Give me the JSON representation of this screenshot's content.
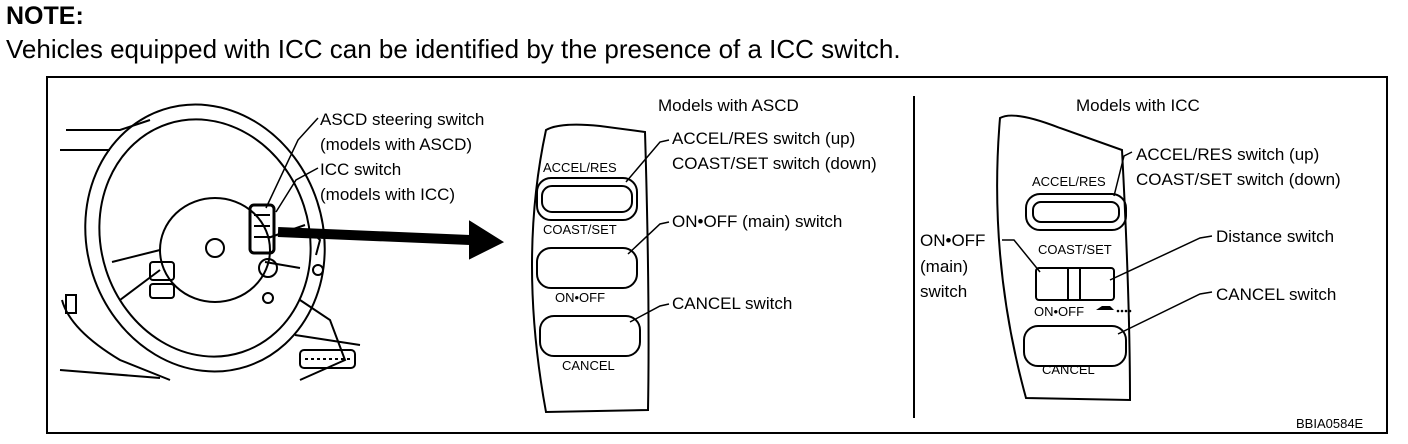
{
  "note": {
    "title": "NOTE:",
    "text": "Vehicles equipped with ICC can be identified by the presence of a ICC switch."
  },
  "figure": {
    "wheel_labels": {
      "ascd_line1": "ASCD steering switch",
      "ascd_line2": "(models with ASCD)",
      "icc_line1": "ICC switch",
      "icc_line2": "(models with ICC)"
    },
    "ascd_panel": {
      "heading": "Models with ASCD",
      "accel_res": "ACCEL/RES",
      "coast_set": "COAST/SET",
      "on_off": "ON•OFF",
      "cancel": "CANCEL",
      "callout_accel_line1": "ACCEL/RES switch (up)",
      "callout_accel_line2": "COAST/SET switch (down)",
      "callout_onoff": "ON•OFF (main) switch",
      "callout_cancel": "CANCEL switch"
    },
    "icc_panel": {
      "heading": "Models with ICC",
      "accel_res": "ACCEL/RES",
      "coast_set": "COAST/SET",
      "on_off": "ON•OFF",
      "cancel": "CANCEL",
      "callout_accel_line1": "ACCEL/RES switch (up)",
      "callout_accel_line2": "COAST/SET switch (down)",
      "callout_onoff_line1": "ON•OFF",
      "callout_onoff_line2": "(main)",
      "callout_onoff_line3": "switch",
      "callout_distance": "Distance switch",
      "callout_cancel": "CANCEL switch"
    },
    "figure_code": "BBIA0584E"
  }
}
